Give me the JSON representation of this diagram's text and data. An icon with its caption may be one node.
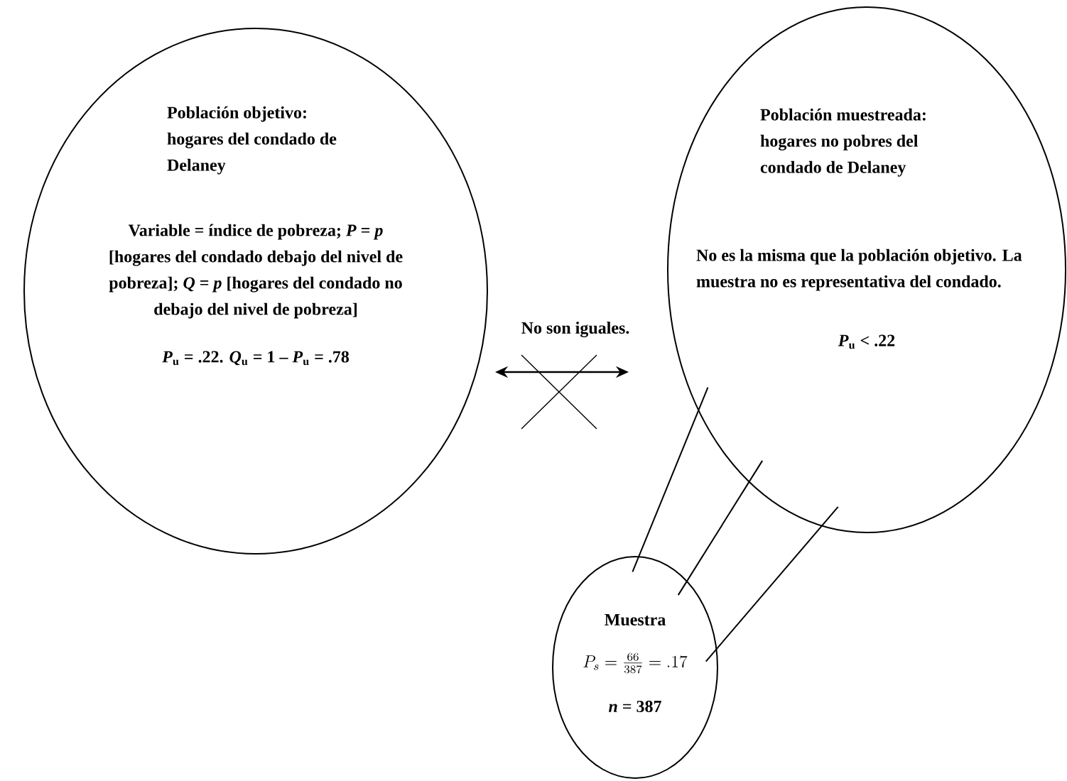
{
  "diagram": {
    "nodes": [
      {
        "text": [
          "Población objetivo: hogares del condado de Delaney",
          "Variable = índice de pobreza; *P* = *p* [hogares del condado debajo del nivel de pobreza]; *Q* = *p* [hogares del condado no debajo del nivel de pobreza]",
          "*P*$_{u}$ = .22.  *Q*$_{u}$ = 1 – *P*$_{u}$ = .78"
        ]
      },
      {
        "text": [
          "Población muestreada: hogares no pobres del condado de Delaney",
          "No es la misma que la población objetivo. La muestra no es representativa del condado.",
          "*P*$_{u}$ < .22"
        ]
      },
      {
        "text": [
          "Muestra",
          "P_s = \\frac{66}{387} = .17",
          "*n* = 387"
        ]
      }
    ],
    "edges": [
      {
        "from": 0,
        "to": 1,
        "arrow": "both"
      },
      {
        "from": 2,
        "to": 1,
        "arrow": "none"
      },
      {
        "from": 2,
        "to": 1,
        "arrow": "none"
      },
      {
        "from": 2,
        "to": 1,
        "arrow": "none"
      }
    ],
    "labels": [
      "No son iguales."
    ]
  }
}
